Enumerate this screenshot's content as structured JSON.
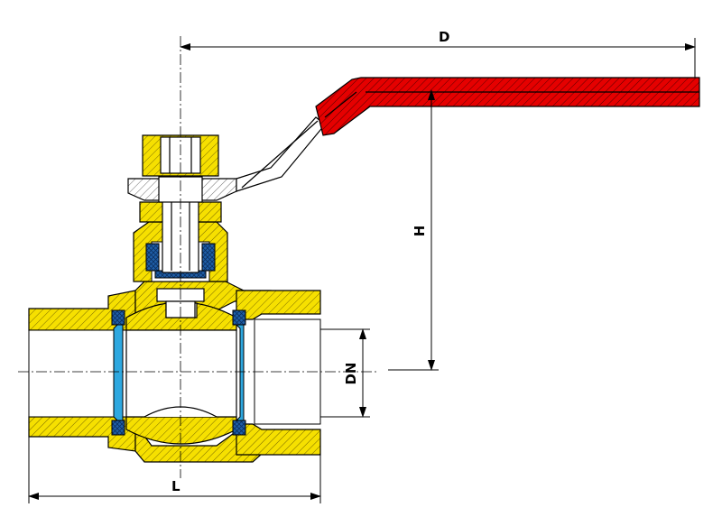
{
  "labels": {
    "D": "D",
    "H": "H",
    "DN": "DN",
    "L": "L"
  },
  "colors": {
    "brass": "#f6e000",
    "handle": "#e50000",
    "seal": "#2ea8e0",
    "packing": "#1f5fa8",
    "steel": "#ffffff",
    "line": "#000000"
  },
  "icons": {
    "arrow": "dimension-arrow-icon"
  }
}
